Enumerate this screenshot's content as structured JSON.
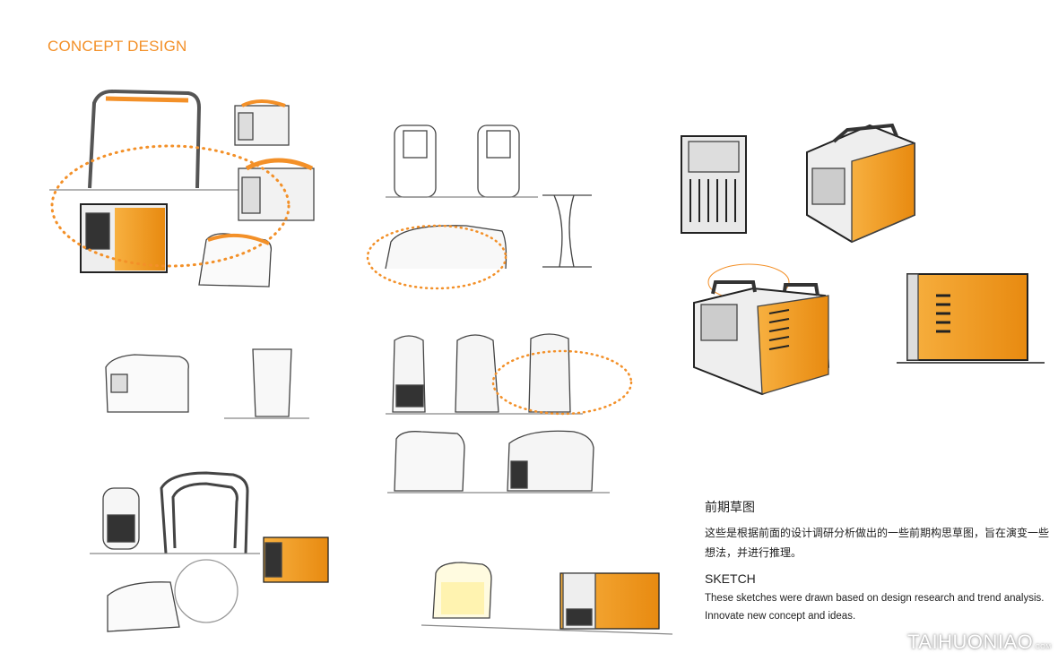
{
  "header": {
    "title": "CONCEPT DESIGN"
  },
  "description": {
    "cn_heading": "前期草图",
    "cn_text": "这些是根据前面的设计调研分析做出的一些前期构思草图，旨在演变一些想法，并进行推理。",
    "en_heading": "SKETCH",
    "en_text_1": "These sketches were drawn based on design research and trend analysis.",
    "en_text_2": "Innovate new concept and ideas."
  },
  "watermark": {
    "text": "TAIHUONIAO",
    "suffix": ".COM"
  },
  "colors": {
    "accent": "#f39028",
    "body_orange": "#f5a623",
    "ink": "#333333"
  }
}
